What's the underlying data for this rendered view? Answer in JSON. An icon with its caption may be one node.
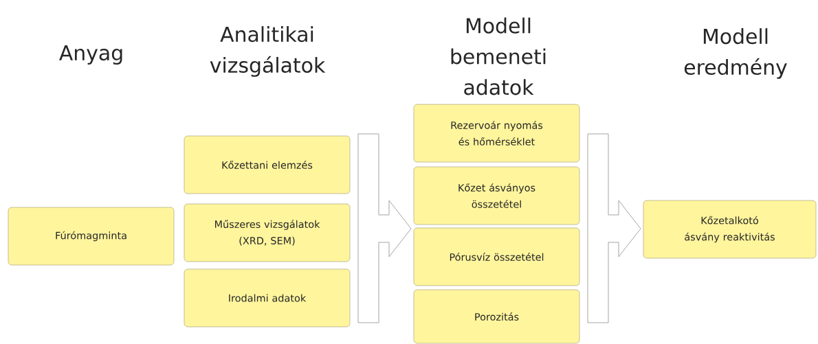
{
  "diagram": {
    "nodes": [
      {
        "text": [
          "Fúrómagminta"
        ]
      },
      {
        "text": [
          "Kőzettani elemzés"
        ]
      },
      {
        "text": [
          "Műszeres vizsgálatok (XRD, SEM)"
        ]
      },
      {
        "text": [
          "Irodalmi adatok"
        ]
      },
      {
        "text": [
          "Rezervoár nyomás és hőmérséklet"
        ]
      },
      {
        "text": [
          "Kőzet ásványos összetétel"
        ]
      },
      {
        "text": [
          "Pórusvíz összetétel"
        ]
      },
      {
        "text": [
          "Porozitás"
        ]
      },
      {
        "text": [
          "Kőzetalkotó ásvány reaktivitás"
        ]
      }
    ],
    "edges": [
      {
        "from": 1,
        "to": 4,
        "arrow": "to"
      },
      {
        "from": 1,
        "to": 5,
        "arrow": "to"
      },
      {
        "from": 1,
        "to": 6,
        "arrow": "to"
      },
      {
        "from": 1,
        "to": 7,
        "arrow": "to"
      },
      {
        "from": 2,
        "to": 4,
        "arrow": "to"
      },
      {
        "from": 2,
        "to": 5,
        "arrow": "to"
      },
      {
        "from": 2,
        "to": 6,
        "arrow": "to"
      },
      {
        "from": 2,
        "to": 7,
        "arrow": "to"
      },
      {
        "from": 3,
        "to": 4,
        "arrow": "to"
      },
      {
        "from": 3,
        "to": 5,
        "arrow": "to"
      },
      {
        "from": 3,
        "to": 6,
        "arrow": "to"
      },
      {
        "from": 3,
        "to": 7,
        "arrow": "to"
      },
      {
        "from": 4,
        "to": 8,
        "arrow": "to"
      },
      {
        "from": 5,
        "to": 8,
        "arrow": "to"
      },
      {
        "from": 6,
        "to": 8,
        "arrow": "to"
      },
      {
        "from": 7,
        "to": 8,
        "arrow": "to"
      }
    ],
    "labels": [
      "Anyag",
      "Analitikai vizsgálatok",
      "Modell bemeneti adatok",
      "Modell eredmény"
    ]
  }
}
